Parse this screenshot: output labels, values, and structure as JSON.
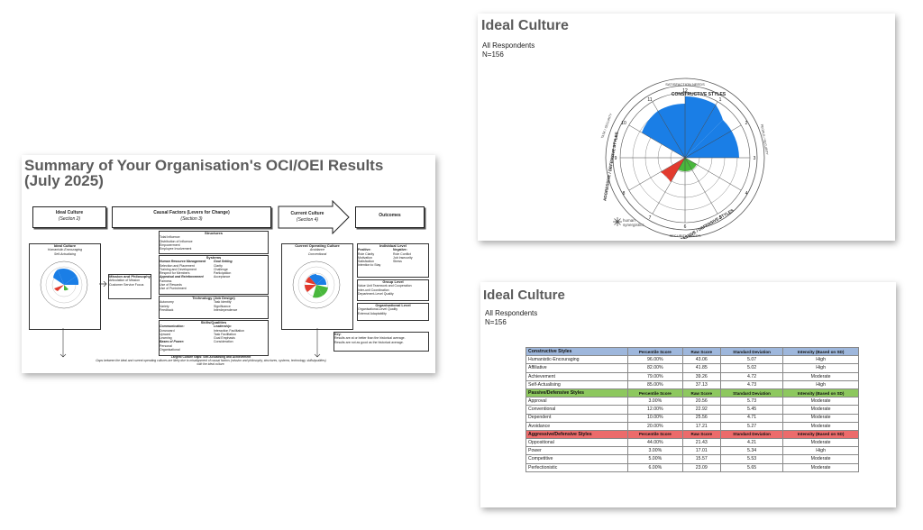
{
  "summary": {
    "title": "Summary of Your Organisation's OCI/OEI Results (July 2025)",
    "headers": {
      "ideal": {
        "label": "Ideal Culture",
        "section": "(Section 2)"
      },
      "causal": {
        "label": "Causal Factors (Levers for Change)",
        "section": "(Section 3)"
      },
      "current": {
        "label": "Current Culture",
        "section": "(Section 4)"
      },
      "outcomes": {
        "label": "Outcomes",
        "section": ""
      }
    },
    "ideal_panel": {
      "title": "Ideal Culture",
      "line1": "Humanistic-Encouraging",
      "line2": "Self-Actualising"
    },
    "mission": {
      "title": "Mission and Philosophy",
      "items": [
        "Articulation of Mission",
        "Customer Service Focus"
      ]
    },
    "structures": {
      "title": "Structures",
      "items": [
        "Total Influence",
        "Distribution of Influence",
        "Empowerment",
        "Employee Involvement"
      ]
    },
    "systems": {
      "title": "Systems",
      "hrm_title": "Human Resource Management",
      "hrm": [
        "Selection and Placement",
        "Training and Development",
        "Respect for Members"
      ],
      "goal_title": "Goal Setting",
      "goal": [
        "Clarity",
        "Challenge",
        "Participation",
        "Acceptance"
      ],
      "appraisal_title": "Appraisal and Reinforcement",
      "appraisal": [
        "Fairness",
        "Use of Rewards",
        "Use of Punishment"
      ]
    },
    "technology": {
      "title": "Technology (Job Design)",
      "left": [
        "Autonomy",
        "Variety",
        "Feedback"
      ],
      "right": [
        "Task Identity",
        "Significance",
        "Interdependence"
      ]
    },
    "skills": {
      "title": "Skills/Qualities",
      "comm_title": "Communication:",
      "comm": [
        "Downward",
        "Upward",
        "Learning"
      ],
      "power_title": "Bases of Power:",
      "power": [
        "Personal",
        "Organisational"
      ],
      "lead_title": "Leadership:",
      "lead": [
        "Interaction Facilitation",
        "Task Facilitation",
        "Goal Emphasis",
        "Consideration"
      ]
    },
    "current_panel": {
      "title": "Current Operating Culture",
      "line1": "Avoidance",
      "line2": "Conventional"
    },
    "individual": {
      "title": "Individual Level",
      "pos_title": "Positive:",
      "pos": [
        "Role Clarity",
        "Motivation",
        "Satisfaction",
        "Intention to Stay"
      ],
      "neg_title": "Negative:",
      "neg": [
        "Role Conflict",
        "Job Insecurity",
        "Stress"
      ]
    },
    "group": {
      "title": "Group Level",
      "items": [
        "Value Unit Teamwork and Cooperation",
        "Inter-unit Coordination",
        "Department-Level Quality"
      ]
    },
    "org": {
      "title": "Organisational Level",
      "items": [
        "Organisational-Level Quality",
        "External Adaptability"
      ]
    },
    "key": {
      "title": "Key:",
      "items": [
        "Results are at or better than the historical average.",
        "Results are not as good as the historical average."
      ]
    },
    "gap_title": "Largest Culture Gaps: Self-Actualising and Achievement",
    "gap_text": "Gaps between the ideal and current operating cultures are likely due to misalignment of causal factors (mission and philosophy, structures, systems, technology, skills/qualities) with the ideal culture."
  },
  "circumplex_card": {
    "title": "Ideal Culture",
    "respondents": "All Respondents",
    "n": "N=156",
    "ring_labels": {
      "top": "SATISFACTION NEEDS",
      "constructive": "CONSTRUCTIVE STYLES",
      "bottom": "SECURITY NEEDS",
      "passive": "PASSIVE / DEFENSIVE STYLES",
      "aggressive": "AGGRESSIVE / DEFENSIVE STYLES",
      "people": "PEOPLE / SECURITY",
      "task": "TASK / SECURITY"
    },
    "clock_numbers": [
      "12",
      "1",
      "11",
      "2",
      "10",
      "3",
      "9",
      "4",
      "8",
      "5",
      "7",
      "6"
    ],
    "logo_text": "human synergistics",
    "colors": {
      "constructive": "#1a7ee6",
      "passive": "#49b83c",
      "aggressive": "#e23b2e"
    }
  },
  "table_card": {
    "title": "Ideal Culture",
    "respondents": "All Respondents",
    "n": "N=156",
    "groups": [
      {
        "name": "Constructive Styles",
        "color": "#9eb7dc",
        "headers": [
          "Percentile Score",
          "Raw Score",
          "Standard Deviation",
          "Intensity (Based on SD)"
        ],
        "rows": [
          [
            "Humanistic-Encouraging",
            "96.00%",
            "43.06",
            "5.07",
            "High"
          ],
          [
            "Affiliative",
            "82.00%",
            "41.85",
            "5.02",
            "High"
          ],
          [
            "Achievement",
            "79.00%",
            "39.26",
            "4.72",
            "Moderate"
          ],
          [
            "Self-Actualising",
            "85.00%",
            "37.13",
            "4.73",
            "High"
          ]
        ]
      },
      {
        "name": "Passive/Defensive Styles",
        "color": "#8dc85e",
        "headers": [
          "Percentile Score",
          "Raw Score",
          "Standard Deviation",
          "Intensity (Based on SD)"
        ],
        "rows": [
          [
            "Approval",
            "3.00%",
            "20.56",
            "5.73",
            "Moderate"
          ],
          [
            "Conventional",
            "12.00%",
            "22.92",
            "5.45",
            "Moderate"
          ],
          [
            "Dependent",
            "10.00%",
            "25.56",
            "4.71",
            "Moderate"
          ],
          [
            "Avoidance",
            "20.00%",
            "17.21",
            "5.27",
            "Moderate"
          ]
        ]
      },
      {
        "name": "Aggressive/Defensive Styles",
        "color": "#ec6b6b",
        "headers": [
          "Percentile Score",
          "Raw Score",
          "Standard Deviation",
          "Intensity (Based on SD)"
        ],
        "rows": [
          [
            "Oppositional",
            "44.00%",
            "21.43",
            "4.21",
            "Moderate"
          ],
          [
            "Power",
            "3.00%",
            "17.01",
            "5.34",
            "High"
          ],
          [
            "Competitive",
            "5.00%",
            "15.57",
            "5.53",
            "Moderate"
          ],
          [
            "Perfectionistic",
            "6.00%",
            "23.09",
            "5.65",
            "Moderate"
          ]
        ]
      }
    ]
  }
}
